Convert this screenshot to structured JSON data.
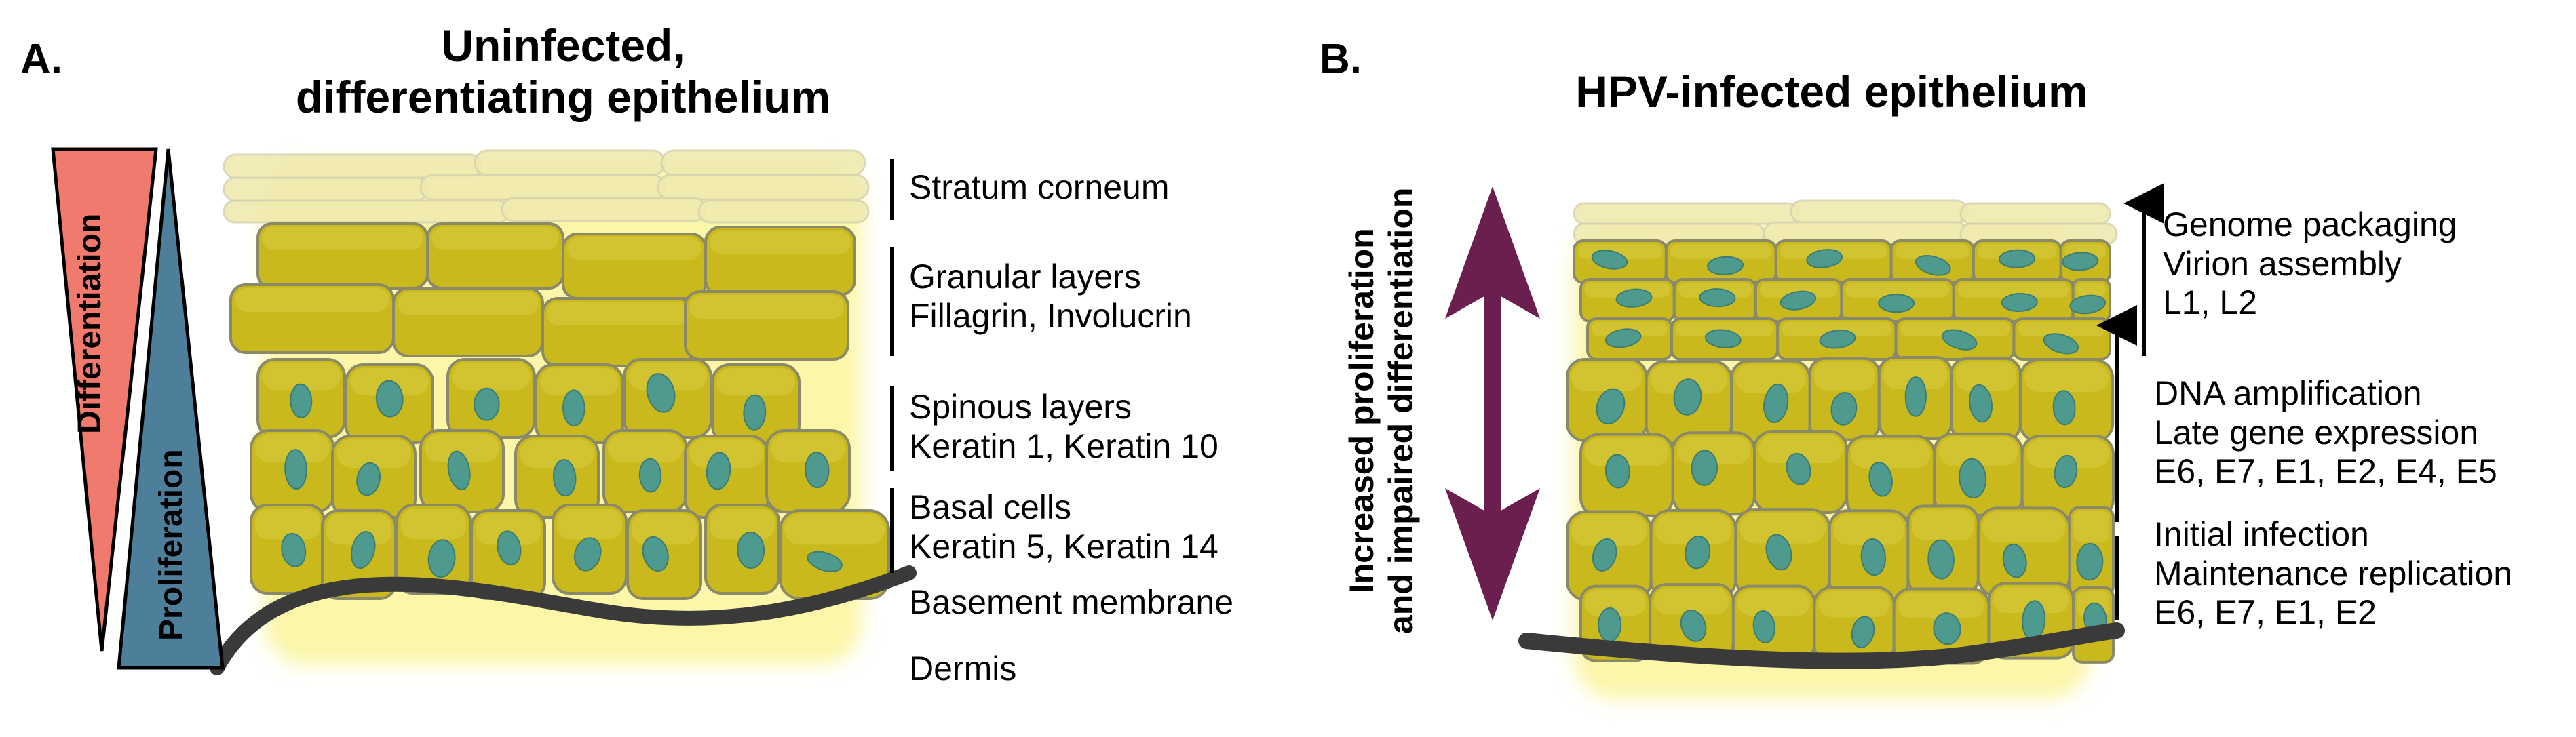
{
  "panelA": {
    "letter": "A.",
    "title_line1": "Uninfected,",
    "title_line2": "differentiating epithelium",
    "gradient_labels": {
      "differentiation": "Differentiation",
      "proliferation": "Proliferation"
    },
    "layers": [
      {
        "lines": [
          "Stratum corneum"
        ]
      },
      {
        "lines": [
          "Granular layers",
          "Fillagrin, Involucrin"
        ]
      },
      {
        "lines": [
          "Spinous layers",
          "Keratin 1, Keratin 10"
        ]
      },
      {
        "lines": [
          "Basal cells",
          "Keratin 5, Keratin 14"
        ]
      }
    ],
    "basement": "Basement membrane",
    "dermis": "Dermis"
  },
  "panelB": {
    "letter": "B.",
    "title": "HPV-infected epithelium",
    "side_label_line1": "Increased proliferation",
    "side_label_line2": "and impaired differentiation",
    "stages": [
      {
        "lines": [
          "Genome packaging",
          "Virion assembly",
          "L1, L2"
        ]
      },
      {
        "lines": [
          "DNA amplification",
          "Late gene expression",
          "E6, E7, E1, E2, E4, E5"
        ]
      },
      {
        "lines": [
          "Initial infection",
          "Maintenance replication",
          "E6, E7, E1, E2"
        ]
      }
    ]
  },
  "colors": {
    "cell_fill": "#c9b91c",
    "cell_edge": "#8a8a6a",
    "nucleus": "#4f9a8f",
    "glow": "#fbf6a8",
    "membrane": "#3a3a3a",
    "differentiation_triangle": "#f07a6e",
    "proliferation_triangle": "#4d7f9b",
    "purple_arrow": "#6b1f4f"
  }
}
